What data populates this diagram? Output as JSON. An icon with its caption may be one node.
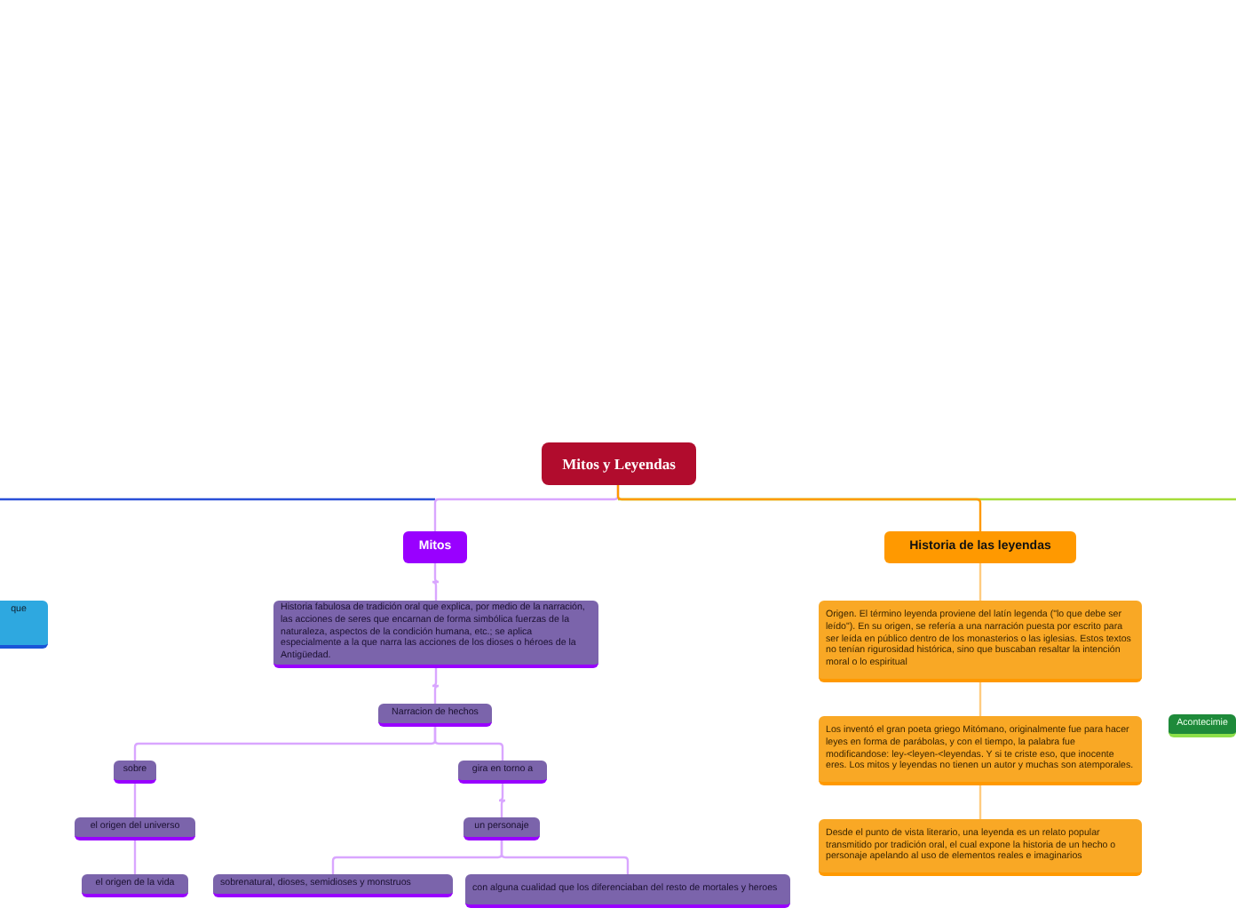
{
  "diagram": {
    "title": "Mitos y Leyendas",
    "nodes": [
      {
        "text": [
          "Mitos"
        ]
      },
      {
        "text": [
          "Historia de las leyendas"
        ]
      },
      {
        "text": [
          "Historia fabulosa de tradición oral que explica, por medio de la narración, las acciones de seres que encarnan de forma simbólica fuerzas de la naturaleza, aspectos de la condición humana, etc.; se aplica especialmente a la que narra las acciones de los dioses o héroes de la Antigüedad."
        ]
      },
      {
        "text": [
          "Narracion de hechos"
        ]
      },
      {
        "text": [
          "sobre"
        ]
      },
      {
        "text": [
          "gira en torno a"
        ]
      },
      {
        "text": [
          "el origen del universo"
        ]
      },
      {
        "text": [
          "un personaje"
        ]
      },
      {
        "text": [
          "el origen de la vida"
        ]
      },
      {
        "text": [
          "sobrenatural, dioses, semidioses y monstruos"
        ]
      },
      {
        "text": [
          "con alguna cualidad que los diferenciaban del resto de mortales y heroes"
        ]
      },
      {
        "text": [
          "Origen. El término leyenda proviene del latín legenda (\"lo que debe ser leído\"). En su origen, se refería a una narración puesta por escrito para ser leída en público dentro de los monasterios o las iglesias. Estos textos no tenían rigurosidad histórica, sino que buscaban resaltar la intención moral o lo espiritual"
        ]
      },
      {
        "text": [
          "Los inventó el gran poeta griego Mitómano, originalmente fue para hacer leyes en forma de parábolas, y con el tiempo, la palabra fue modificandose: ley-<leyen-<leyendas. Y si te criste eso, que inocente eres. Los mitos y leyendas no tienen un autor y muchas son atemporales."
        ]
      },
      {
        "text": [
          "Desde el punto de vista literario, una leyenda es un relato popular transmitido por tradición oral, el cual expone la historia de un hecho o personaje apelando al uso de elementos reales e imaginarios"
        ]
      },
      {
        "text": [
          "que"
        ]
      },
      {
        "text": [
          "Acontecimie"
        ]
      }
    ],
    "edges": [
      {
        "from": null,
        "to": 0,
        "arrow": "none"
      },
      {
        "from": null,
        "to": 1,
        "arrow": "none",
        "color": "#ff9900"
      },
      {
        "from": 0,
        "to": 2,
        "arrow": "none"
      },
      {
        "from": 2,
        "to": 3,
        "arrow": "none"
      },
      {
        "from": 3,
        "to": 4,
        "arrow": "none"
      },
      {
        "from": 3,
        "to": 5,
        "arrow": "none"
      },
      {
        "from": 4,
        "to": 6,
        "arrow": "none"
      },
      {
        "from": 5,
        "to": 7,
        "arrow": "none"
      },
      {
        "from": 6,
        "to": 8,
        "arrow": "none"
      },
      {
        "from": 7,
        "to": 9,
        "arrow": "none"
      },
      {
        "from": 7,
        "to": 10,
        "arrow": "none"
      },
      {
        "from": 1,
        "to": 11,
        "arrow": "none",
        "color": "#ffcc80"
      },
      {
        "from": 11,
        "to": 12,
        "arrow": "none",
        "color": "#ffcc80"
      },
      {
        "from": 12,
        "to": 13,
        "arrow": "none",
        "color": "#ffcc80"
      }
    ]
  }
}
